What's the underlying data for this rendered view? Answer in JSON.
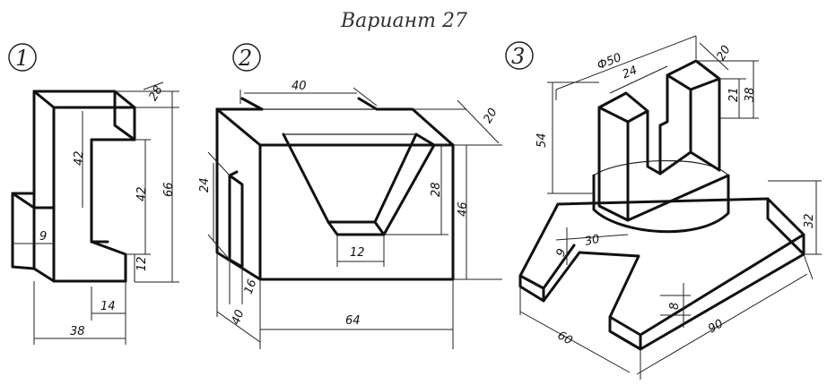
{
  "title": "Вариант 27",
  "figures": [
    {
      "number": "1",
      "dimensions": {
        "d28": "28",
        "d42a": "42",
        "d42b": "42",
        "d66": "66",
        "d9": "9",
        "d12": "12",
        "d14": "14",
        "d38": "38"
      }
    },
    {
      "number": "2",
      "dimensions": {
        "d40top": "40",
        "d20": "20",
        "d24": "24",
        "d28": "28",
        "d46": "46",
        "d12": "12",
        "d16": "16",
        "d40": "40",
        "d64": "64"
      }
    },
    {
      "number": "3",
      "dimensions": {
        "phi50": "Ф50",
        "d24": "24",
        "d20": "20",
        "d21": "21",
        "d38": "38",
        "d54": "54",
        "d9": "9",
        "d30": "30",
        "d32": "32",
        "d8": "8",
        "d60": "60",
        "d90": "90"
      }
    }
  ]
}
